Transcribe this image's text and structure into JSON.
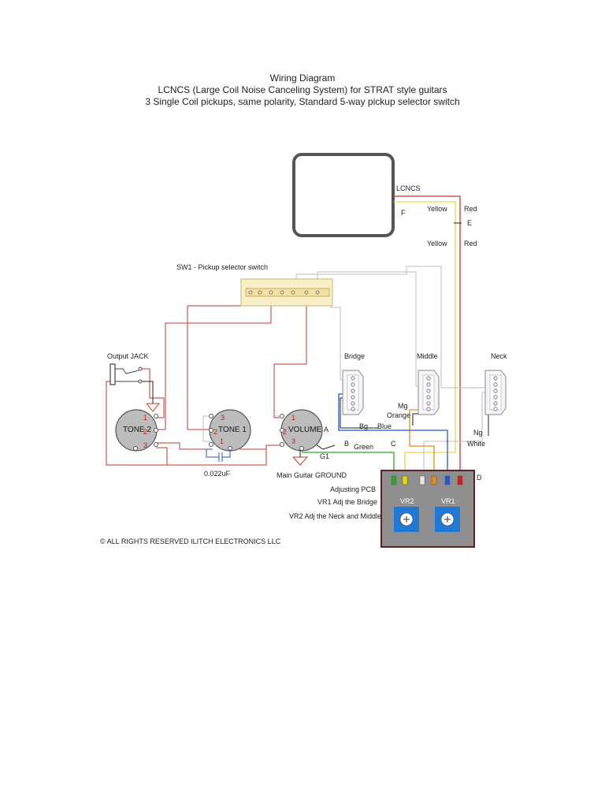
{
  "title": {
    "line1": "Wiring Diagram",
    "line2": "LCNCS (Large Coil Noise Canceling System) for STRAT style guitars",
    "line3": "3 Single Coil pickups, same polarity, Standard 5-way pickup selector switch"
  },
  "lcncs": {
    "label": "LCNCS",
    "point_f": "F",
    "point_e": "E"
  },
  "wires": {
    "yellow_top": "Yellow",
    "red_top": "Red",
    "yellow_mid": "Yellow",
    "red_mid": "Red",
    "mg": "Mg",
    "orange": "Orange",
    "bg": "Bg",
    "blue": "Blue",
    "ng": "Ng",
    "white": "White",
    "green": "Green"
  },
  "switch": {
    "label": "SW1 - Pickup selector switch"
  },
  "output_jack": {
    "label": "Output JACK"
  },
  "pickups": {
    "bridge": "Bridge",
    "middle": "Middle",
    "neck": "Neck"
  },
  "pots": {
    "tone2": {
      "label": "TONE 2",
      "pins": [
        "1",
        "2",
        "3"
      ]
    },
    "tone1": {
      "label": "TONE 1",
      "pins": [
        "3",
        "2",
        "1"
      ]
    },
    "volume": {
      "label": "VOLUME",
      "pins": [
        "1",
        "2",
        "3"
      ]
    }
  },
  "capacitor": "0.022uF",
  "points": {
    "a": "A",
    "b": "B",
    "c": "C",
    "d": "D",
    "g1": "G1"
  },
  "ground": "Main Guitar GROUND",
  "pcb": {
    "title": "Adjusting PCB",
    "vr1_desc": "VR1 Adj the Bridge",
    "vr2_desc": "VR2 Adj the Neck and Middle",
    "vr1": "VR1",
    "vr2": "VR2",
    "pin_colors": [
      "#2fa82f",
      "#e8d800",
      "#e6e6e6",
      "#e98b1b",
      "#1e58d8",
      "#d61b1b"
    ]
  },
  "copyright": "© ALL RIGHTS RESERVED  ILITCH ELECTRONICS LLC",
  "colors": {
    "red": "#c0392b",
    "yellow": "#e8d94a",
    "orange": "#e98b1b",
    "blue": "#1e58d8",
    "green": "#2fa82f",
    "gray": "#bdbdbd",
    "pcb_body": "#8f8f8f",
    "pcb_border": "#5a2323",
    "trim": "#1e7ad6"
  }
}
